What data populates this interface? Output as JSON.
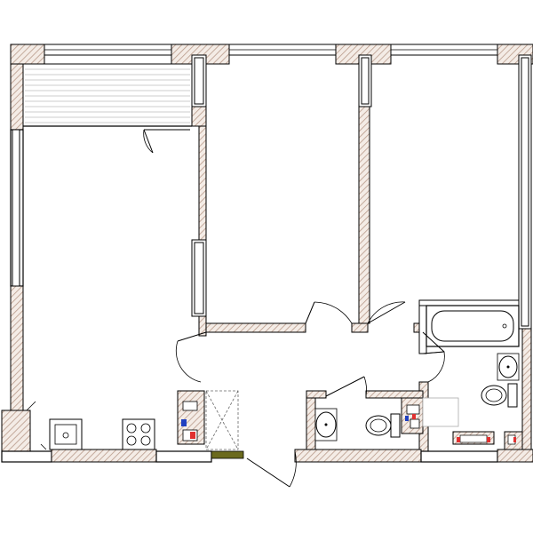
{
  "plan": {
    "wall_color": "#8a8a8a",
    "hatch_color": "#b89a8a",
    "line_color": "#000000",
    "fixture_color": "#ffffff",
    "red_accent": "#e03030",
    "blue_accent": "#2040c0",
    "olive_accent": "#6b6a1e",
    "rooms": [
      {
        "id": "living-kitchen",
        "fixtures": [
          "kitchen-sink",
          "cooktop",
          "loggia"
        ]
      },
      {
        "id": "bedroom-middle",
        "fixtures": []
      },
      {
        "id": "bedroom-right",
        "fixtures": []
      },
      {
        "id": "bathroom",
        "fixtures": [
          "bathtub",
          "washbasin",
          "toilet"
        ]
      },
      {
        "id": "wc",
        "fixtures": [
          "washbasin",
          "toilet"
        ]
      },
      {
        "id": "hallway",
        "fixtures": [
          "wardrobe"
        ]
      }
    ]
  }
}
